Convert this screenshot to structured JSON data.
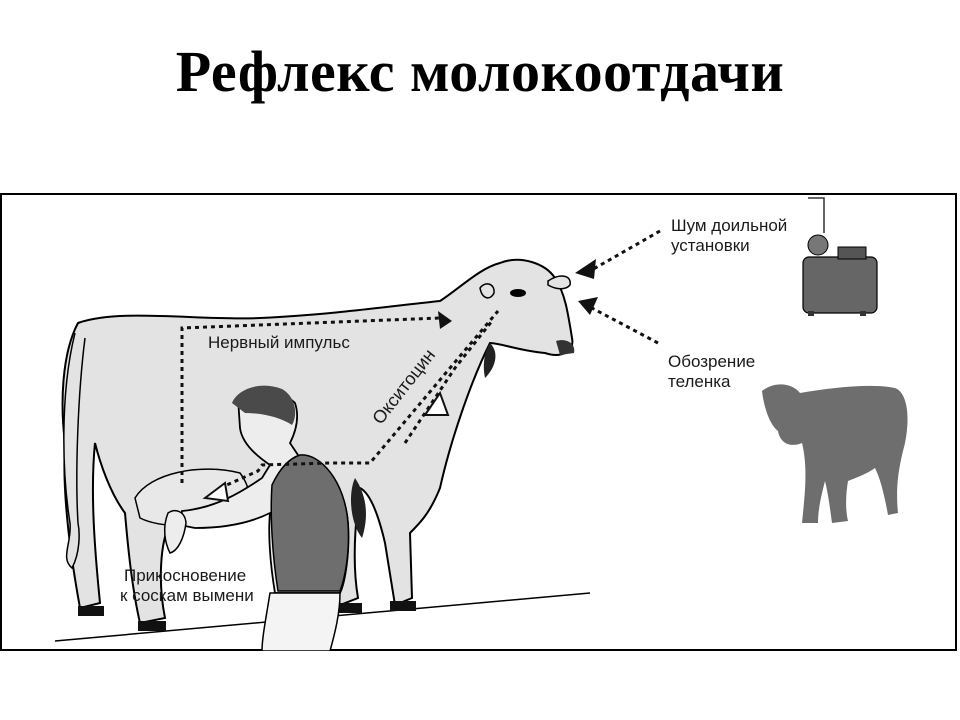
{
  "title": "Рефлекс молокоотдачи",
  "labels": {
    "milking_noise_line1": "Шум доильной",
    "milking_noise_line2": "установки",
    "calf_view_line1": "Обозрение",
    "calf_view_line2": "теленка",
    "nerve_impulse": "Нервный импульс",
    "oxytocin": "Окситоцин",
    "teat_touch_line1": "Прикосновение",
    "teat_touch_line2": "к соскам вымени"
  }
}
